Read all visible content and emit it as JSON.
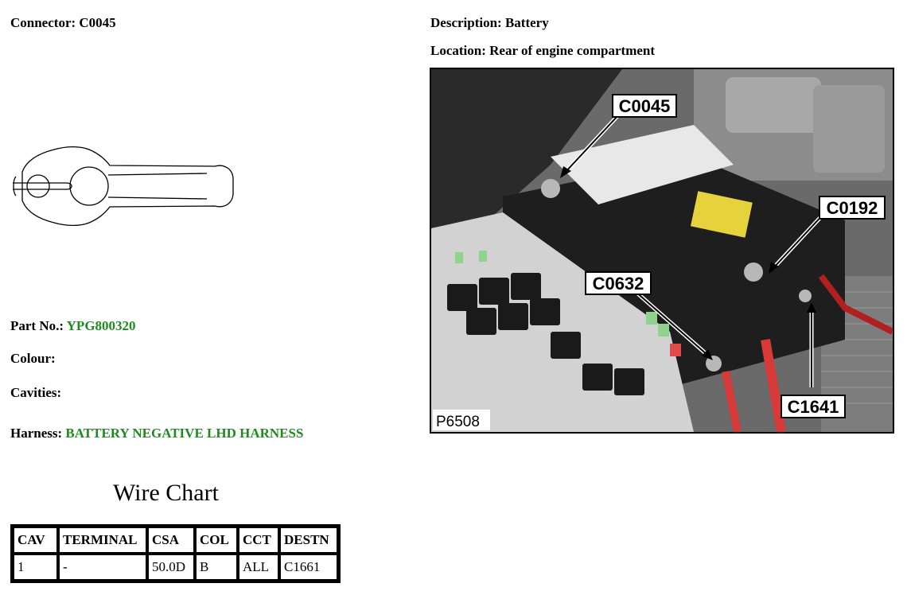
{
  "connector": {
    "label": "Connector:",
    "value": "C0045"
  },
  "description": {
    "label": "Description:",
    "value": "Battery"
  },
  "location": {
    "label": "Location:",
    "value": "Rear of engine compartment"
  },
  "part_no": {
    "label": "Part No.:",
    "value": "YPG800320"
  },
  "colour": {
    "label": "Colour:",
    "value": ""
  },
  "cavities": {
    "label": "Cavities:",
    "value": ""
  },
  "harness": {
    "label": "Harness:",
    "value": "BATTERY NEGATIVE LHD HARNESS"
  },
  "wire_chart": {
    "title": "Wire Chart",
    "headers": [
      "CAV",
      "TERMINAL",
      "CSA",
      "COL",
      "CCT",
      "DESTN"
    ],
    "rows": [
      [
        "1",
        "-",
        "50.0D",
        "B",
        "ALL",
        "C1661"
      ]
    ]
  },
  "photo": {
    "callouts": [
      "C0045",
      "C0192",
      "C0632",
      "C1641"
    ],
    "picture_id": "P6508"
  },
  "colors": {
    "value_green": "#1f8a1f"
  }
}
